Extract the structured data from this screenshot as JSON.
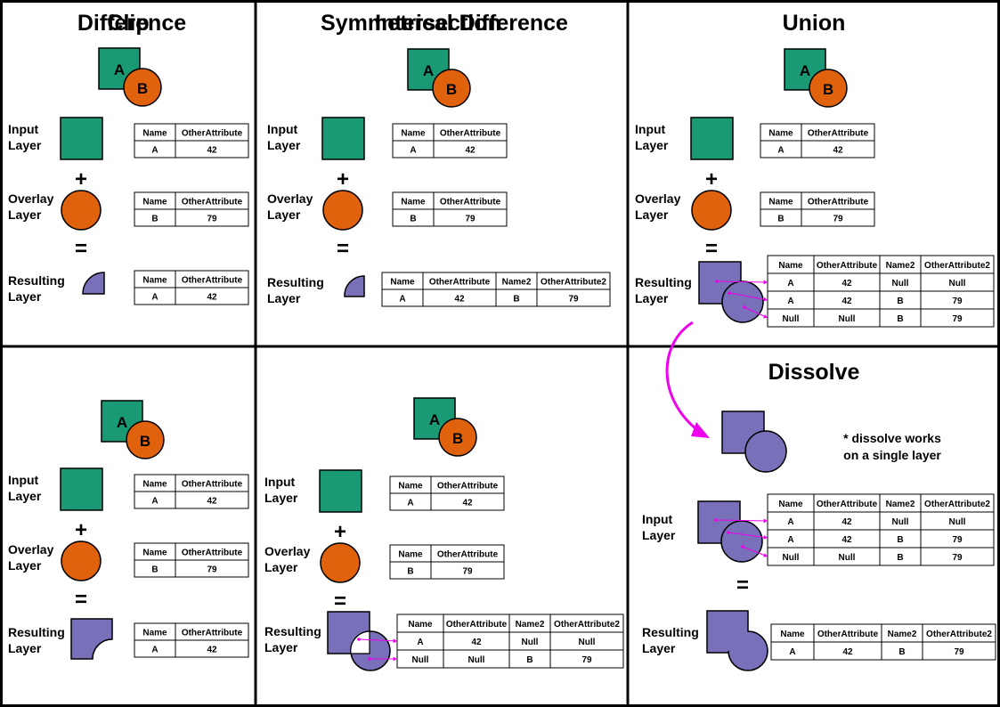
{
  "colors": {
    "input_fill": "#1a9a74",
    "overlay_fill": "#e0620c",
    "result_fill": "#7870b8",
    "connector": "#ee00ee",
    "border": "#000000"
  },
  "labels": {
    "input": [
      "Input",
      "Layer"
    ],
    "overlay": [
      "Overlay",
      "Layer"
    ],
    "resulting": [
      "Resulting",
      "Layer"
    ],
    "plus": "+",
    "equals": "=",
    "letter_a": "A",
    "letter_b": "B"
  },
  "tables": {
    "input": {
      "headers": [
        "Name",
        "OtherAttribute"
      ],
      "rows": [
        [
          "A",
          "42"
        ]
      ]
    },
    "overlay": {
      "headers": [
        "Name",
        "OtherAttribute"
      ],
      "rows": [
        [
          "B",
          "79"
        ]
      ]
    },
    "clip_result": {
      "headers": [
        "Name",
        "OtherAttribute"
      ],
      "rows": [
        [
          "A",
          "42"
        ]
      ]
    },
    "intersection_result": {
      "headers": [
        "Name",
        "OtherAttribute",
        "Name2",
        "OtherAttribute2"
      ],
      "rows": [
        [
          "A",
          "42",
          "B",
          "79"
        ]
      ]
    },
    "union_result": {
      "headers": [
        "Name",
        "OtherAttribute",
        "Name2",
        "OtherAttribute2"
      ],
      "rows": [
        [
          "A",
          "42",
          "Null",
          "Null"
        ],
        [
          "A",
          "42",
          "B",
          "79"
        ],
        [
          "Null",
          "Null",
          "B",
          "79"
        ]
      ]
    },
    "difference_result": {
      "headers": [
        "Name",
        "OtherAttribute"
      ],
      "rows": [
        [
          "A",
          "42"
        ]
      ]
    },
    "symdiff_result": {
      "headers": [
        "Name",
        "OtherAttribute",
        "Name2",
        "OtherAttribute2"
      ],
      "rows": [
        [
          "A",
          "42",
          "Null",
          "Null"
        ],
        [
          "Null",
          "Null",
          "B",
          "79"
        ]
      ]
    },
    "dissolve_input": {
      "headers": [
        "Name",
        "OtherAttribute",
        "Name2",
        "OtherAttribute2"
      ],
      "rows": [
        [
          "A",
          "42",
          "Null",
          "Null"
        ],
        [
          "A",
          "42",
          "B",
          "79"
        ],
        [
          "Null",
          "Null",
          "B",
          "79"
        ]
      ]
    },
    "dissolve_result": {
      "headers": [
        "Name",
        "OtherAttribute",
        "Name2",
        "OtherAttribute2"
      ],
      "rows": [
        [
          "A",
          "42",
          "B",
          "79"
        ]
      ]
    }
  },
  "panels": {
    "clip": {
      "title": "Clip"
    },
    "intersection": {
      "title": "Intersection"
    },
    "union": {
      "title": "Union"
    },
    "difference": {
      "title": "Difference"
    },
    "symdiff": {
      "title": "Symmetrical Difference"
    },
    "dissolve": {
      "title": "Dissolve",
      "note": [
        "* dissolve works",
        "on a single layer"
      ]
    }
  }
}
